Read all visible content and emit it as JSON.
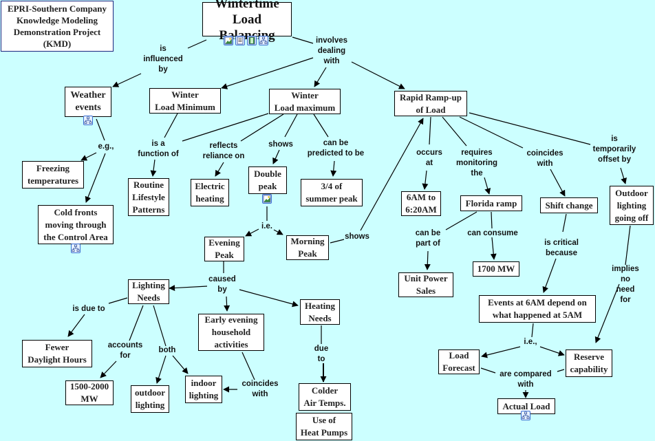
{
  "title_box": "EPRI-Southern Company\nKnowledge Modeling\nDemonstration Project\n(KMD)",
  "colors": {
    "background": "#ccffff",
    "node_fill": "#ffffff",
    "edge": "#000000",
    "icon_border": "#3b6fd1"
  },
  "nodes": {
    "root": "Wintertime\nLoad Balancing",
    "weather": "Weather\nevents",
    "winter_min": "Winter\nLoad Minimum",
    "winter_max": "Winter\nLoad maximum",
    "rapid": "Rapid Ramp-up\nof Load",
    "freezing": "Freezing\ntemperatures",
    "cold_fronts": "Cold fronts\nmoving through\nthe Control Area",
    "routine": "Routine\nLifestyle\nPatterns",
    "electric": "Electric\nheating",
    "double_peak": "Double\npeak",
    "three_quarter": "3/4 of\nsummer peak",
    "evening_peak": "Evening\nPeak",
    "morning_peak": "Morning\nPeak",
    "lighting": "Lighting\nNeeds",
    "early_evening": "Early evening\nhousehold\nactivities",
    "heating": "Heating\nNeeds",
    "fewer_daylight": "Fewer\nDaylight Hours",
    "mw_1500": "1500-2000\nMW",
    "outdoor_lighting": "outdoor\nlighting",
    "indoor_lighting": "indoor\nlighting",
    "colder_air": "Colder\nAir Temps.",
    "heat_pumps": "Use of\nHeat Pumps",
    "six_am": "6AM  to\n6:20AM",
    "florida": "Florida ramp",
    "shift": "Shift change",
    "outdoor_off": "Outdoor\nlighting\ngoing off",
    "unit_power": "Unit Power\nSales",
    "mw_1700": "1700 MW",
    "events_6am": "Events at 6AM depend on\nwhat happened at 5AM",
    "load_forecast": "Load\nForecast",
    "reserve": "Reserve\ncapability",
    "actual_load": "Actual Load"
  },
  "links": {
    "influenced": "is\ninfluenced\nby",
    "involves": "involves\ndealing\nwith",
    "eg": "e.g.,",
    "function_of": "is a\nfunction of",
    "reflects": "reflects\nreliance on",
    "shows1": "shows",
    "predicted": "can be\npredicted to be",
    "ie1": "i.e.",
    "shows2": "shows",
    "caused": "caused\nby",
    "due_to1": "is due to",
    "accounts": "accounts\nfor",
    "both": "both",
    "coincides1": "coincides\nwith",
    "due_to2": "due\nto",
    "occurs": "occurs\nat",
    "requires": "requires\nmonitoring\nthe",
    "coincides2": "coincides\nwith",
    "offset": "is\ntemporarily\noffset by",
    "part_of": "can be\npart of",
    "consume": "can consume",
    "critical": "is critical\nbecause",
    "implies": "implies no\nneed for",
    "ie2": "i.e.,",
    "compared": "are compared\nwith"
  },
  "resource_icons": {
    "root": [
      "image-icon",
      "document-icon",
      "video-icon",
      "concept-map-icon"
    ],
    "weather": [
      "concept-map-icon"
    ],
    "cold_fronts": [
      "concept-map-icon"
    ],
    "double_peak": [
      "image-icon"
    ],
    "actual_load": [
      "concept-map-icon"
    ]
  }
}
